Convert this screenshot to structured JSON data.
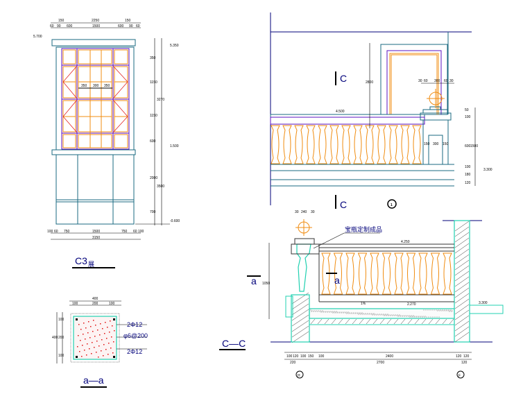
{
  "colors": {
    "structure": "#1a6a80",
    "purple": "#5a10c0",
    "orange": "#f08c10",
    "navy": "#00007a",
    "red": "#e01010",
    "cyan": "#20d0b0"
  },
  "elevation": {
    "title": "C3",
    "title_suffix": "展",
    "top_dims_1": [
      "150",
      "2250",
      "150"
    ],
    "top_dims_2": [
      "60",
      "90",
      "600",
      "1500",
      "600",
      "90",
      "60"
    ],
    "inner_dims": [
      "350",
      "300",
      "350"
    ],
    "right_dims": [
      "350",
      "1150",
      "1150",
      "600",
      "2000",
      "700"
    ],
    "right_totals": [
      "3270",
      "3500"
    ],
    "bottom_dims": [
      "100",
      "60",
      "750",
      "1500",
      "750",
      "60",
      "100"
    ],
    "bottom_total": "3150",
    "levels": [
      "5.700",
      "5.350",
      "1.500",
      "-0.600"
    ]
  },
  "section_aa": {
    "title": "a—a",
    "top_total": "400",
    "top_dims": [
      "100",
      "200",
      "100"
    ],
    "left_dims": [
      "100",
      "200",
      "100"
    ],
    "left_total": "400",
    "rebar_top": "2Φ12",
    "stirrup": "φ6@200",
    "rebar_bottom": "2Φ12"
  },
  "railing_elevation": {
    "cut_label_top": "C",
    "cut_label_bottom": "C",
    "detail_no": "1",
    "level_top": "4.500",
    "level_right": "3.300",
    "door_dim": "2800",
    "post_dims": [
      "30",
      "60",
      "300",
      "60",
      "30"
    ],
    "base_dims": [
      "150",
      "300",
      "150"
    ],
    "right_dims": [
      "50",
      "100",
      "600",
      "100",
      "180",
      "120"
    ],
    "right_total": "1500"
  },
  "section_cc": {
    "title": "C—C",
    "callout": "宝瓶定制成品",
    "level_top": "4.250",
    "level_slab": "2.270",
    "level_right": "3.300",
    "slope": "1%",
    "cut_label": "a",
    "ball_dims": [
      "30",
      "240",
      "30"
    ],
    "left_total": "1050",
    "bottom_dims": [
      "100",
      "120",
      "100",
      "150",
      "100",
      "2400",
      "120",
      "120"
    ],
    "bottom_totals": [
      "220",
      "2700",
      "120"
    ],
    "axis_left": "H",
    "axis_right": "F"
  }
}
